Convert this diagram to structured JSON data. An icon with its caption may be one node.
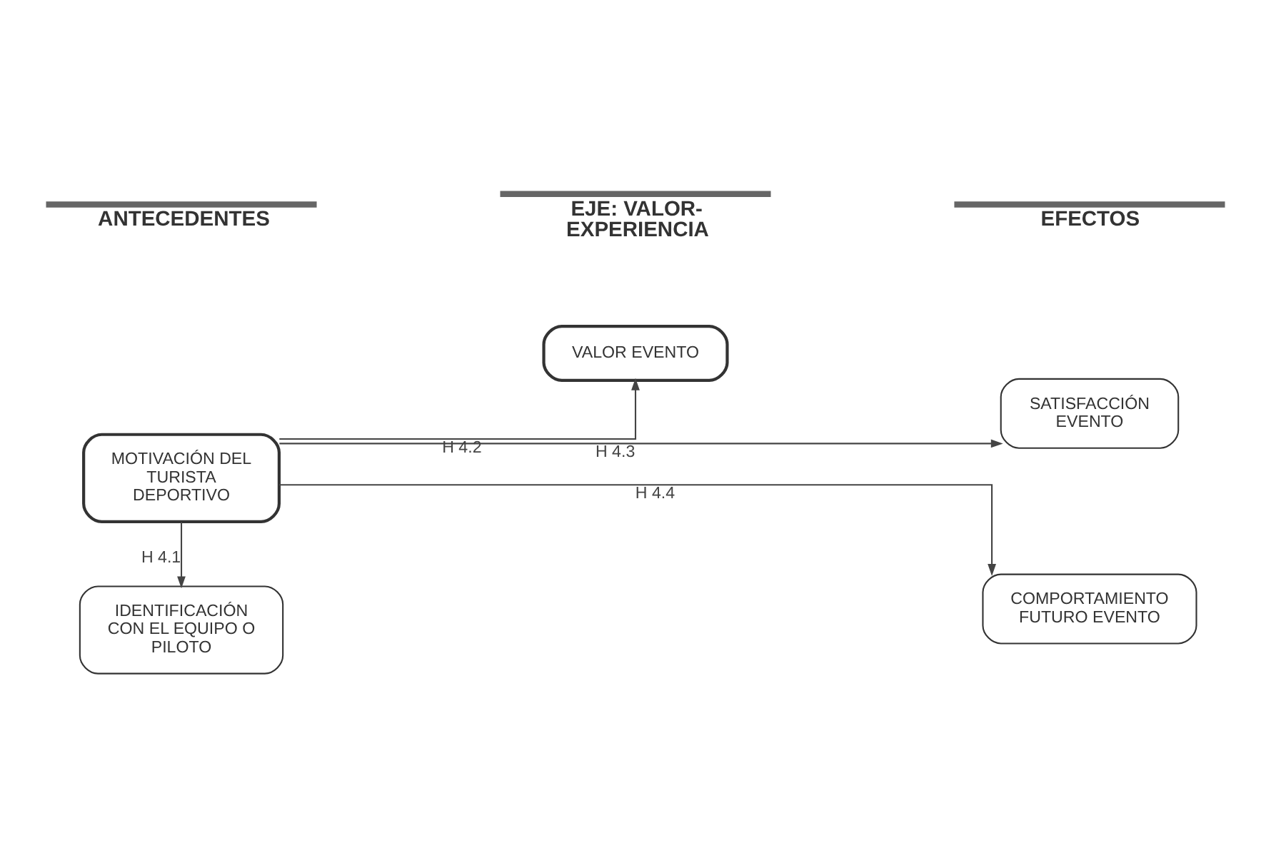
{
  "diagram": {
    "nodes": [
      {
        "text": [
          "MOTIVACIÓN DEL TURISTA DEPORTIVO"
        ]
      },
      {
        "text": [
          "VALOR EVENTO"
        ]
      },
      {
        "text": [
          "SATISFACCIÓN EVENTO"
        ]
      },
      {
        "text": [
          "COMPORTAMIENTO FUTURO EVENTO"
        ]
      },
      {
        "text": [
          "IDENTIFICACIÓN CON EL EQUIPO O PILOTO"
        ]
      }
    ],
    "edges": [
      {
        "from": 0,
        "to": 4,
        "arrow": "to",
        "label": "H 4.1"
      },
      {
        "from": 0,
        "to": 1,
        "arrow": "to",
        "label": "H 4.2"
      },
      {
        "from": 0,
        "to": 2,
        "arrow": "to",
        "label": "H 4.3"
      },
      {
        "from": 0,
        "to": 3,
        "arrow": "to",
        "label": "H 4.4"
      }
    ],
    "labels": [
      "ANTECEDENTES",
      "EJE: VALOR-EXPERIENCIA",
      "EFECTOS"
    ]
  }
}
